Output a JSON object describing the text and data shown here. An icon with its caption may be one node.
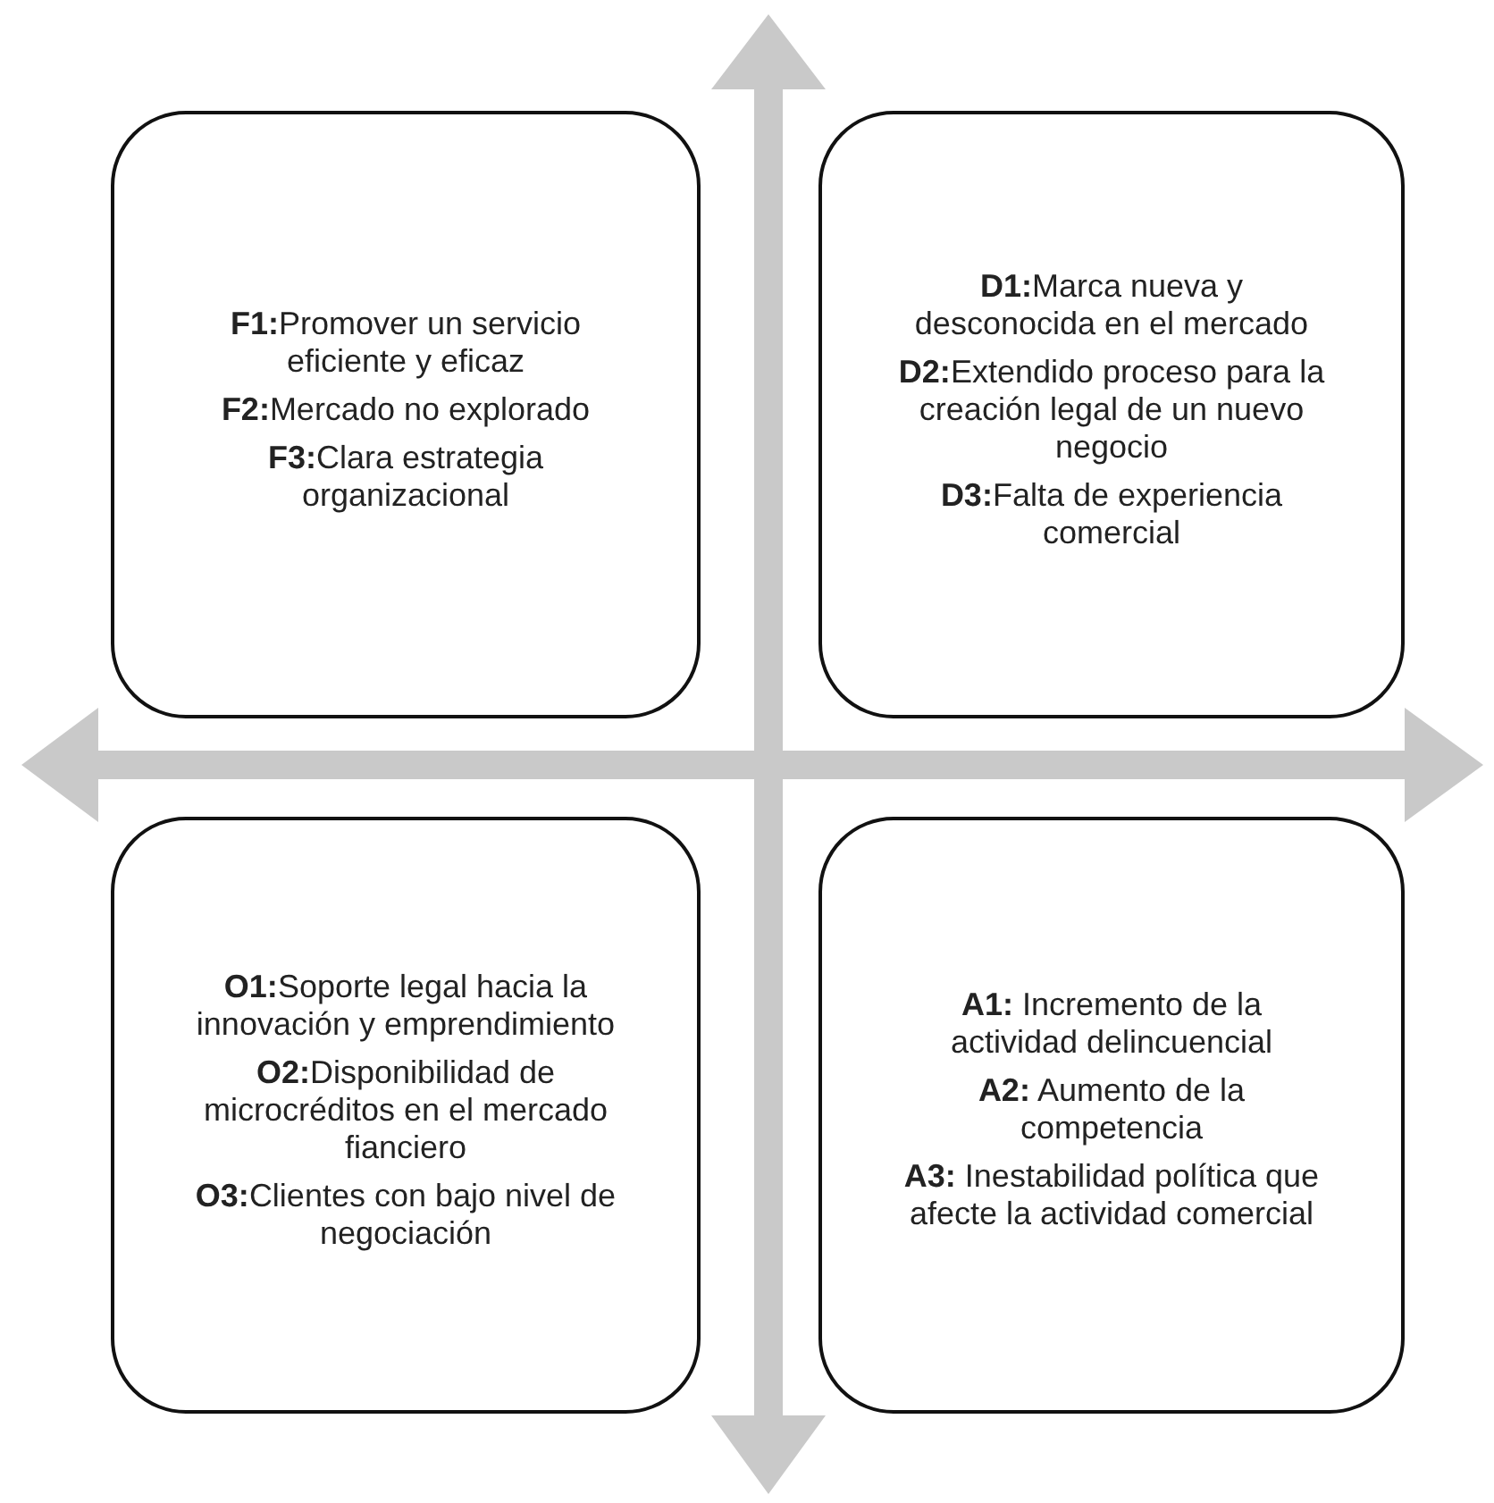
{
  "diagram": {
    "nodes": [
      {
        "text": [
          "**F1:**Promover un servicio eficiente y eficaz",
          "**F2:**Mercado no explorado",
          "**F3:**Clara estrategia organizacional"
        ]
      },
      {
        "text": [
          "**D1:**Marca nueva  y desconocida en el mercado",
          "**D2:**Extendido proceso para la creación legal de un nuevo negocio",
          "**D3:**Falta de experiencia comercial"
        ]
      },
      {
        "text": [
          "**O1:**Soporte legal hacia la innovación y emprendimiento",
          "**O2:**Disponibilidad de microcréditos en el mercado fianciero",
          "**O3:**Clientes con bajo nivel de negociación"
        ]
      },
      {
        "text": [
          "**A1:** Incremento de la actividad delincuencial",
          "**A2:** Aumento de la competencia",
          "**A3:** Inestabilidad política que afecte la actividad comercial"
        ]
      }
    ]
  }
}
